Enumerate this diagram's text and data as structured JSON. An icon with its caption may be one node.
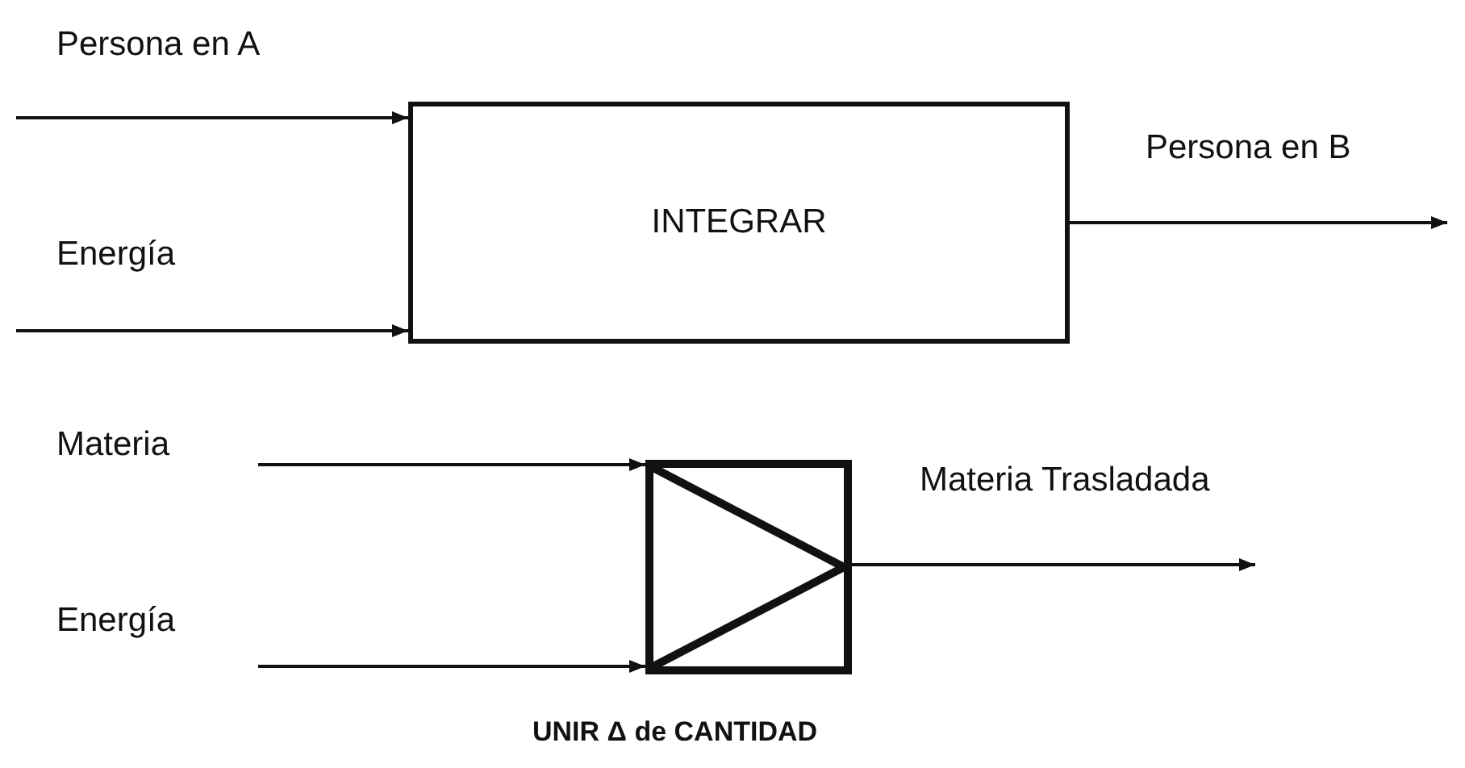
{
  "diagram": {
    "nodes": [
      {
        "text": [
          "INTEGRAR"
        ]
      },
      {
        "text": [],
        "shape": "box",
        "beside": [
          "UNIR Δ de CANTIDAD"
        ]
      }
    ],
    "edges": [
      {
        "from": null,
        "to": 0,
        "arrow": "to",
        "label": "Persona en A"
      },
      {
        "from": null,
        "to": 0,
        "arrow": "to",
        "label": "Energía"
      },
      {
        "from": 0,
        "to": null,
        "arrow": "to",
        "label": "Persona en B"
      },
      {
        "from": null,
        "to": 1,
        "arrow": "to",
        "label": "Materia"
      },
      {
        "from": null,
        "to": 1,
        "arrow": "to",
        "label": "Energía"
      },
      {
        "from": 1,
        "to": null,
        "arrow": "to",
        "label": "Materia Trasladada"
      }
    ]
  }
}
